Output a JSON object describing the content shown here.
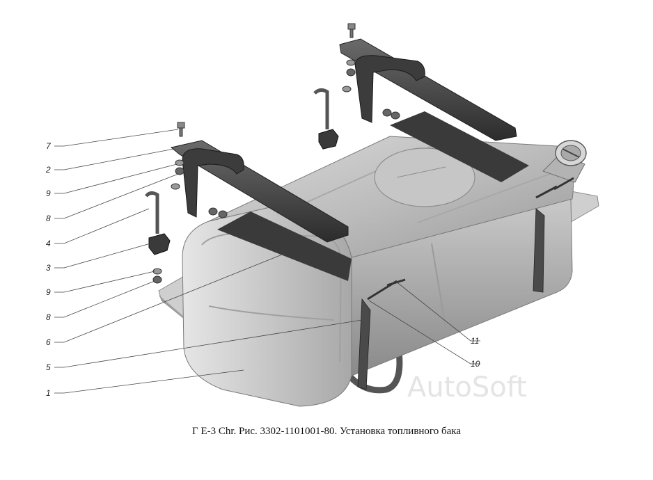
{
  "caption": "Г Е-3 Chr. Рис. 3302-1101001-80. Установка топливного бака",
  "watermark": "AutoSoft",
  "callouts": {
    "c7": "7",
    "c2": "2",
    "c9a": "9",
    "c8a": "8",
    "c4": "4",
    "c3": "3",
    "c9b": "9",
    "c8b": "8",
    "c6": "6",
    "c5": "5",
    "c1": "1",
    "c11": "11",
    "c10": "10"
  }
}
